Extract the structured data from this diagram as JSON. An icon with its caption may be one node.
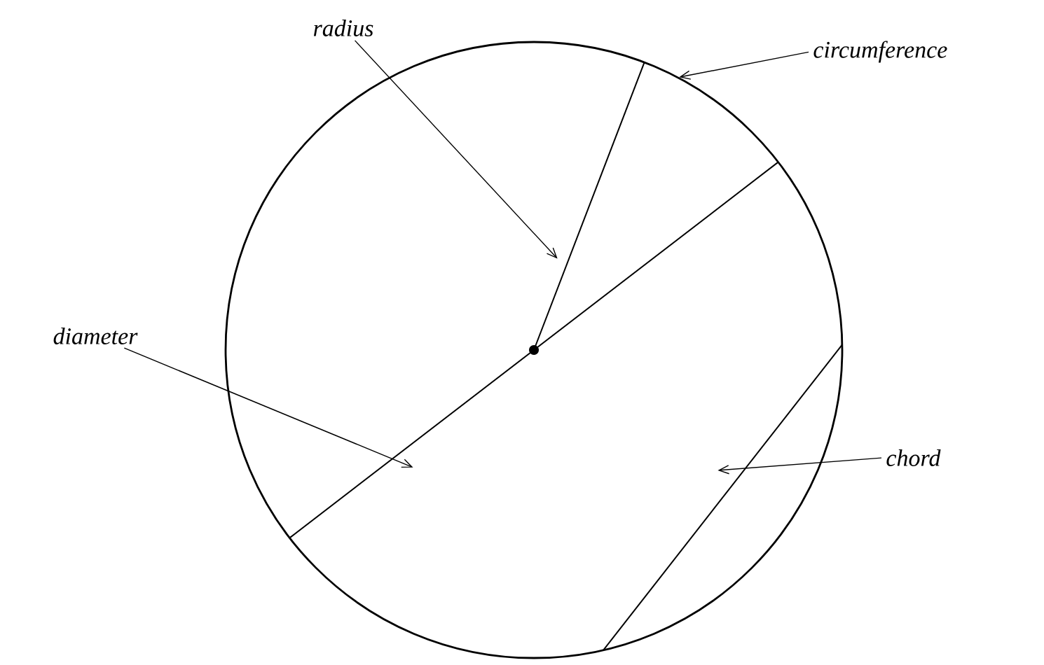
{
  "diagram": {
    "nodes": [
      {
        "text": [
          "radius"
        ]
      },
      {
        "text": [],
        "shape": "line",
        "in": 3
      },
      {
        "text": [
          "circumference"
        ]
      },
      {
        "text": [],
        "shape": "circle"
      },
      {
        "text": [
          "diameter"
        ]
      },
      {
        "text": [],
        "shape": "line",
        "in": 3
      },
      {
        "text": [
          "chord"
        ]
      },
      {
        "text": [],
        "shape": "line",
        "in": 3
      }
    ],
    "edges": [
      {
        "from": 0,
        "to": 1,
        "arrow": "to"
      },
      {
        "from": 2,
        "to": 3,
        "arrow": "to"
      },
      {
        "from": 4,
        "to": 5,
        "arrow": "to"
      },
      {
        "from": 6,
        "to": 7,
        "arrow": "to"
      }
    ]
  }
}
